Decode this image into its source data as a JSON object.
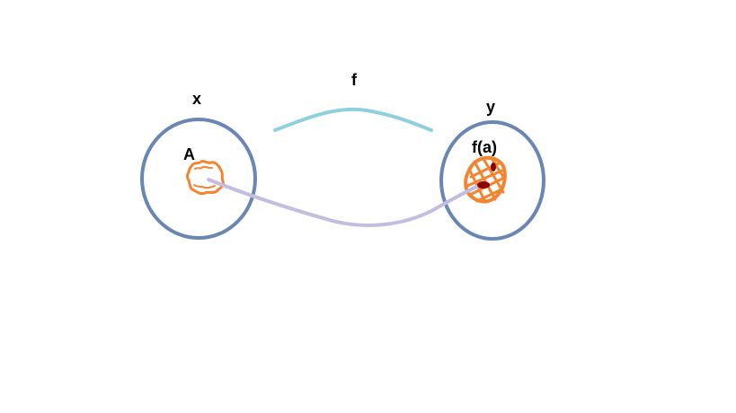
{
  "diagram": {
    "labels": {
      "domain_set": "x",
      "function": "f",
      "codomain_set": "y",
      "subset": "A",
      "image": "f(a)"
    },
    "colors": {
      "set_outline": "#6a87b3",
      "function_arc": "#8fd0df",
      "mapping_curve": "#c4bde0",
      "region": "#f28432",
      "point": "#8b0000",
      "text": "#000000"
    }
  }
}
